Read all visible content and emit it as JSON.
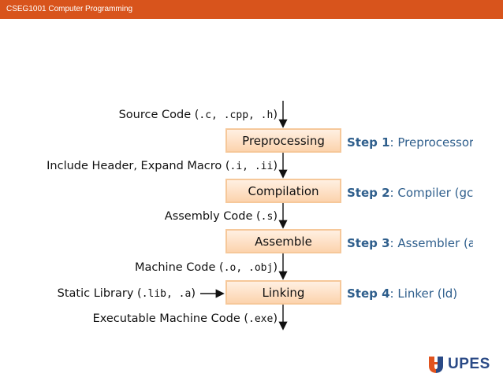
{
  "header": {
    "title": "CSEG1001 Computer Programming",
    "bar_color": "#d8541c"
  },
  "flow": {
    "inputs": [
      {
        "prefix": "Source Code (",
        "code": ".c, .cpp, .h",
        "suffix": ")"
      },
      {
        "prefix": "Include Header, Expand Macro (",
        "code": ".i, .ii",
        "suffix": ")"
      },
      {
        "prefix": "Assembly Code (",
        "code": ".s",
        "suffix": ")"
      },
      {
        "prefix": "Machine Code (",
        "code": ".o, .obj",
        "suffix": ")"
      },
      {
        "prefix": "Executable Machine Code (",
        "code": ".exe",
        "suffix": ")"
      }
    ],
    "side_input": {
      "prefix": "Static Library (",
      "code": ".lib, .a",
      "suffix": ")"
    },
    "stages": [
      {
        "label": "Preprocessing",
        "step_num": "Step 1",
        "step_text": ": Preprocessor (cpp)"
      },
      {
        "label": "Compilation",
        "step_num": "Step 2",
        "step_text": ": Compiler (gcc, g++)"
      },
      {
        "label": "Assemble",
        "step_num": "Step 3",
        "step_text": ": Assembler (as)"
      },
      {
        "label": "Linking",
        "step_num": "Step 4",
        "step_text": ": Linker (ld)"
      }
    ]
  },
  "logo": {
    "text": "UPES",
    "icon": "upes-shield-icon",
    "colors": {
      "orange": "#e0531f",
      "blue": "#2a4a86"
    }
  },
  "colors": {
    "step_text": "#2e5e8c",
    "box_border": "#f6c89a",
    "box_fill_top": "#fff0e2",
    "box_fill_bottom": "#fcd3ad"
  }
}
